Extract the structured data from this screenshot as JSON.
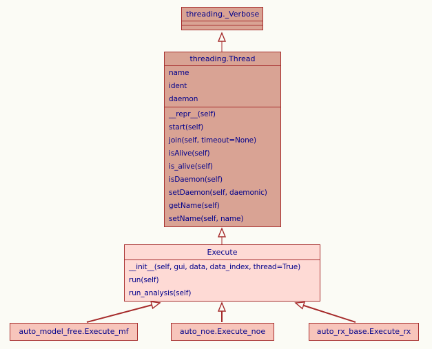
{
  "diagram": {
    "type": "uml-class-diagram",
    "colors": {
      "border": "#a52a2a",
      "edge": "#a52a2a",
      "fill_dark": "#d9a394",
      "fill_light": "#fedad5",
      "fill_mid": "#f7c5bb",
      "text": "#00008b",
      "background": "#fbfbf5"
    },
    "classes": {
      "verbose": {
        "name": "threading._Verbose"
      },
      "thread": {
        "name": "threading.Thread",
        "attributes": [
          "name",
          "ident",
          "daemon"
        ],
        "methods": [
          "__repr__(self)",
          "start(self)",
          "join(self, timeout=None)",
          "isAlive(self)",
          "is_alive(self)",
          "isDaemon(self)",
          "setDaemon(self, daemonic)",
          "getName(self)",
          "setName(self, name)"
        ]
      },
      "execute": {
        "name": "Execute",
        "methods": [
          "__init__(self, gui, data, data_index, thread=True)",
          "run(self)",
          "run_analysis(self)"
        ]
      },
      "execute_mf": {
        "name": "auto_model_free.Execute_mf"
      },
      "execute_noe": {
        "name": "auto_noe.Execute_noe"
      },
      "execute_rx": {
        "name": "auto_rx_base.Execute_rx"
      }
    },
    "relations": [
      {
        "from": "threading.Thread",
        "to": "threading._Verbose",
        "type": "inheritance"
      },
      {
        "from": "Execute",
        "to": "threading.Thread",
        "type": "inheritance"
      },
      {
        "from": "auto_model_free.Execute_mf",
        "to": "Execute",
        "type": "inheritance"
      },
      {
        "from": "auto_noe.Execute_noe",
        "to": "Execute",
        "type": "inheritance"
      },
      {
        "from": "auto_rx_base.Execute_rx",
        "to": "Execute",
        "type": "inheritance"
      }
    ]
  }
}
